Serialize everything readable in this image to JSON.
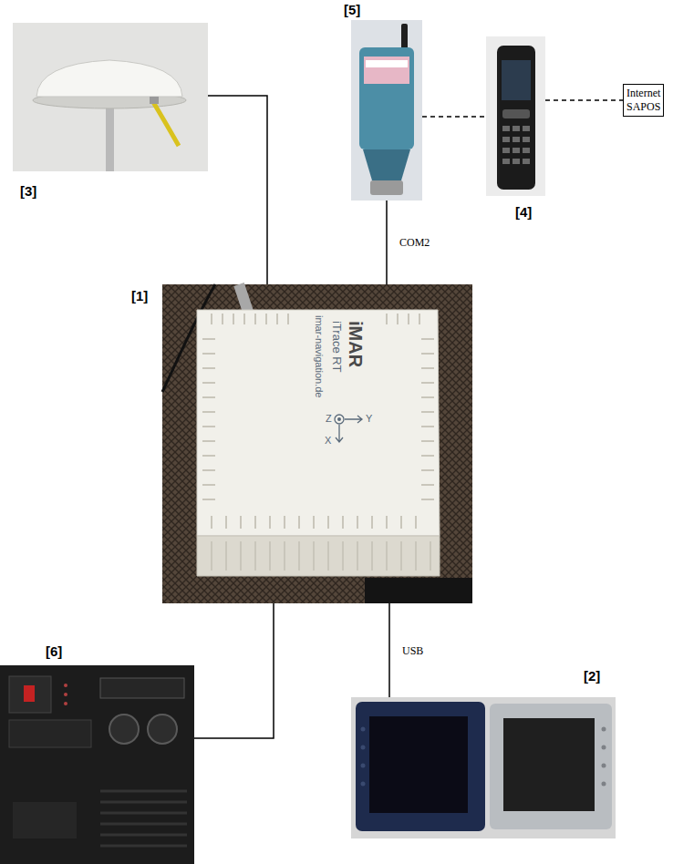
{
  "diagram": {
    "nodes": [
      {
        "text": [
          "[3]"
        ]
      },
      {
        "text": [
          "[5]"
        ]
      },
      {
        "text": [
          "[4]"
        ]
      },
      {
        "text": [
          "Internet SAPOS"
        ]
      },
      {
        "text": [
          "[1]"
        ]
      },
      {
        "text": [
          "[6]"
        ]
      },
      {
        "text": [
          "[2]"
        ]
      }
    ],
    "edges": [
      {
        "from": 0,
        "to": 4,
        "arrow": "none"
      },
      {
        "from": 1,
        "to": 4,
        "label": "COM2",
        "arrow": "none"
      },
      {
        "from": 1,
        "to": 2,
        "arrow": "none"
      },
      {
        "from": 2,
        "to": 3,
        "arrow": "none"
      },
      {
        "from": 4,
        "to": 5,
        "arrow": "none"
      },
      {
        "from": 4,
        "to": 6,
        "label": "USB",
        "arrow": "none"
      }
    ],
    "labels": [
      "iMAR",
      "iTrace RT",
      "imar-navigation.de",
      "X",
      "Y",
      "Z"
    ]
  }
}
